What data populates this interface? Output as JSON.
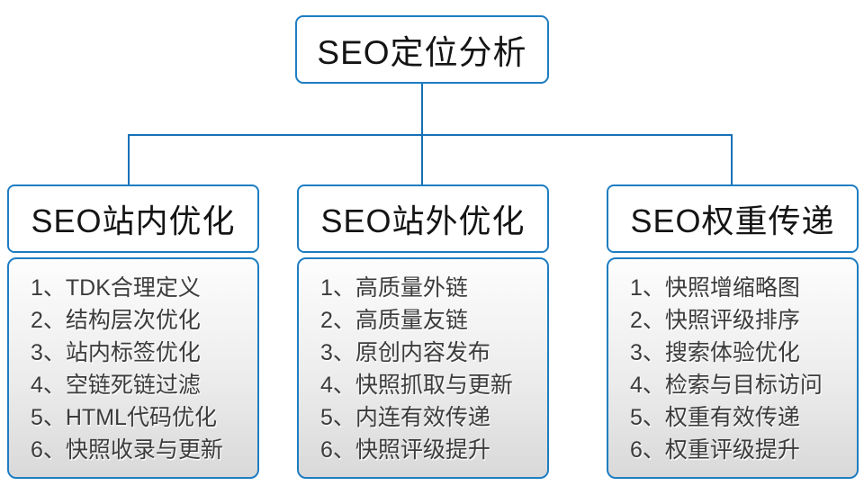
{
  "root": {
    "label": "SEO定位分析"
  },
  "columns": [
    {
      "title": "SEO站内优化",
      "items": [
        "1、TDK合理定义",
        "2、结构层次优化",
        "3、站内标签优化",
        "4、空链死链过滤",
        "5、HTML代码优化",
        "6、快照收录与更新"
      ]
    },
    {
      "title": "SEO站外优化",
      "items": [
        "1、高质量外链",
        "2、高质量友链",
        "3、原创内容发布",
        "4、快照抓取与更新",
        "5、内连有效传递",
        "6、快照评级提升"
      ]
    },
    {
      "title": "SEO权重传递",
      "items": [
        "1、快照增缩略图",
        "2、快照评级排序",
        "3、搜索体验优化",
        "4、检索与目标访问",
        "5、权重有效传递",
        "6、权重评级提升"
      ]
    }
  ],
  "colors": {
    "box_border": "#1e7dc2",
    "connector_line": "#1571b8",
    "title_text": "#141414",
    "item_text": "#3c3c3c"
  }
}
